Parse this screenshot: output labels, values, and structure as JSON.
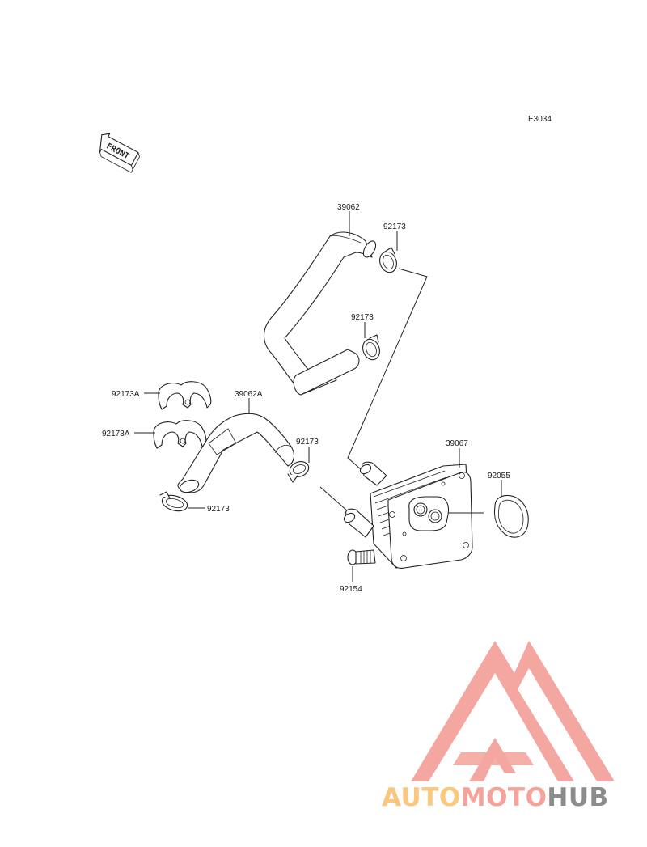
{
  "diagram": {
    "code": "E3034",
    "front_label": "FRONT",
    "parts": {
      "hose_upper": "39062",
      "clamp_upper_top": "92173",
      "clamp_upper_mid": "92173",
      "clip_a1": "92173A",
      "hose_lower": "39062A",
      "clip_a2": "92173A",
      "clamp_lower_mid": "92173",
      "cooler": "39067",
      "oring": "92055",
      "clamp_lower_bottom": "92173",
      "bolt": "92154"
    }
  },
  "watermark": {
    "brand_part1": "AUTO",
    "brand_part2": "MOTO",
    "brand_part3": "HUB",
    "colors": {
      "auto": "#f9c77d",
      "moto": "#f4a39b",
      "hub": "#8c8c8c",
      "logo": "#f4a6a0"
    }
  }
}
